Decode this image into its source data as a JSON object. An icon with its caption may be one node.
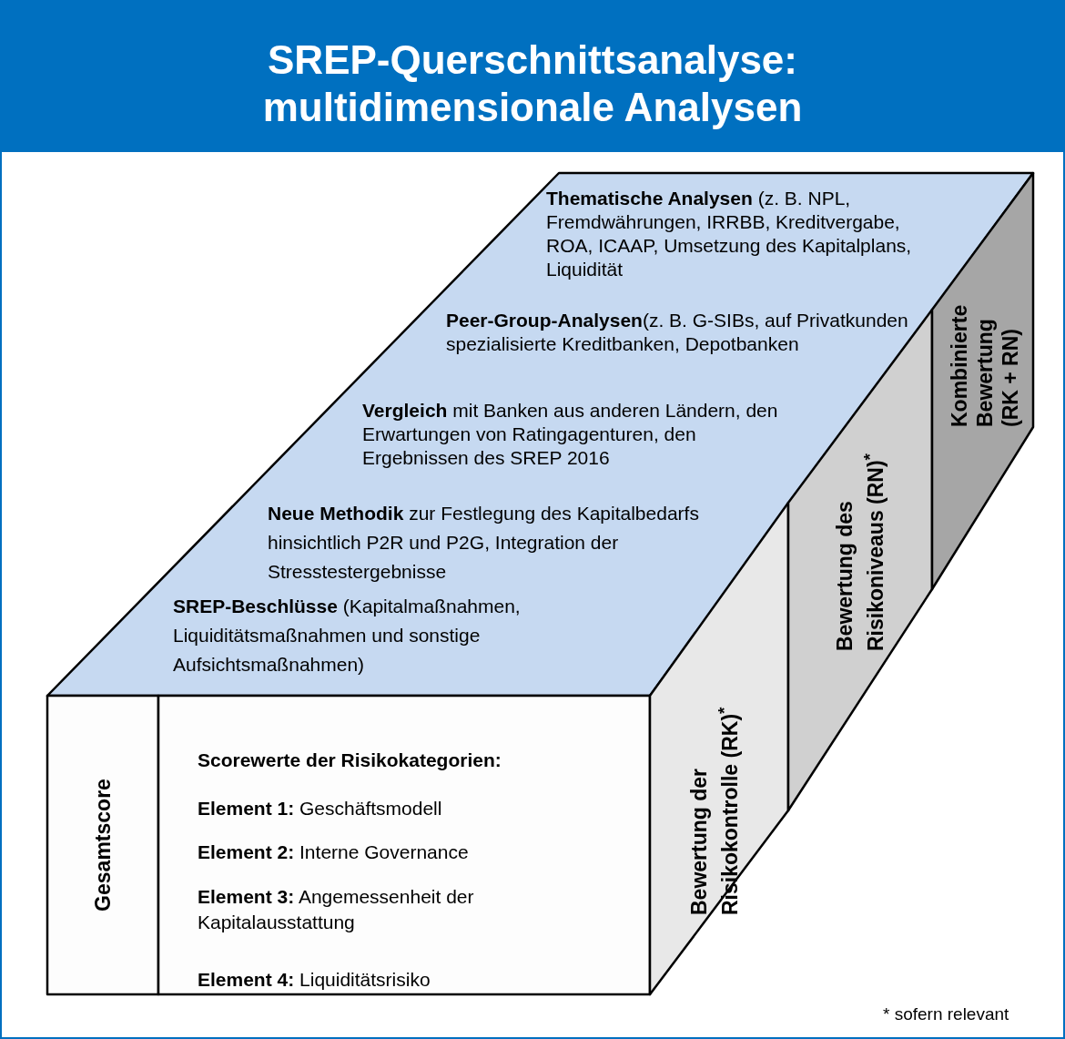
{
  "diagram": {
    "title": "SREP-Querschnittsanalyse: multidimensionale Analysen",
    "nodes": [
      {
        "text": [
          "**Thematische Analysen** (z. B. NPL, Fremdwährungen, IRRBB, Kreditvergabe, ROA, ICAAP, Umsetzung des Kapitalplans, Liquidität",
          "**Peer-Group-Analysen**(z. B. G-SIBs, auf Privatkunden spezialisierte Kreditbanken, Depotbanken",
          "**Vergleich** mit Banken aus anderen Ländern, den Erwartungen von Ratingagenturen, den Ergebnissen des SREP 2016",
          "**Neue Methodik** zur Festlegung des Kapitalbedarfs hinsichtlich P2R und P2G, Integration der Stresstestergebnisse",
          "**SREP-Beschlüsse** (Kapitalmaßnahmen, Liquiditätsmaßnahmen und sonstige Aufsichtsmaßnahmen)"
        ]
      },
      {
        "text": [
          "Gesamtscore"
        ]
      },
      {
        "text": [
          "Scorewerte der Risikokategorien:",
          "**Element 1:** Geschäftsmodell",
          "**Element 2:** Interne Governance",
          "**Element 3:** Angemessenheit der Kapitalausstattung",
          "**Element 4:** Liquiditätsrisiko"
        ]
      },
      {
        "text": [
          "Bewertung der Risikokontrolle (RK)$^{*}$"
        ]
      },
      {
        "text": [
          "Bewertung des Risikoniveaus (RN)$^{*}$"
        ]
      },
      {
        "text": [
          "Kombinierte Bewertung (RK + RN)"
        ]
      }
    ],
    "labels": [
      "* sofern relevant"
    ]
  }
}
